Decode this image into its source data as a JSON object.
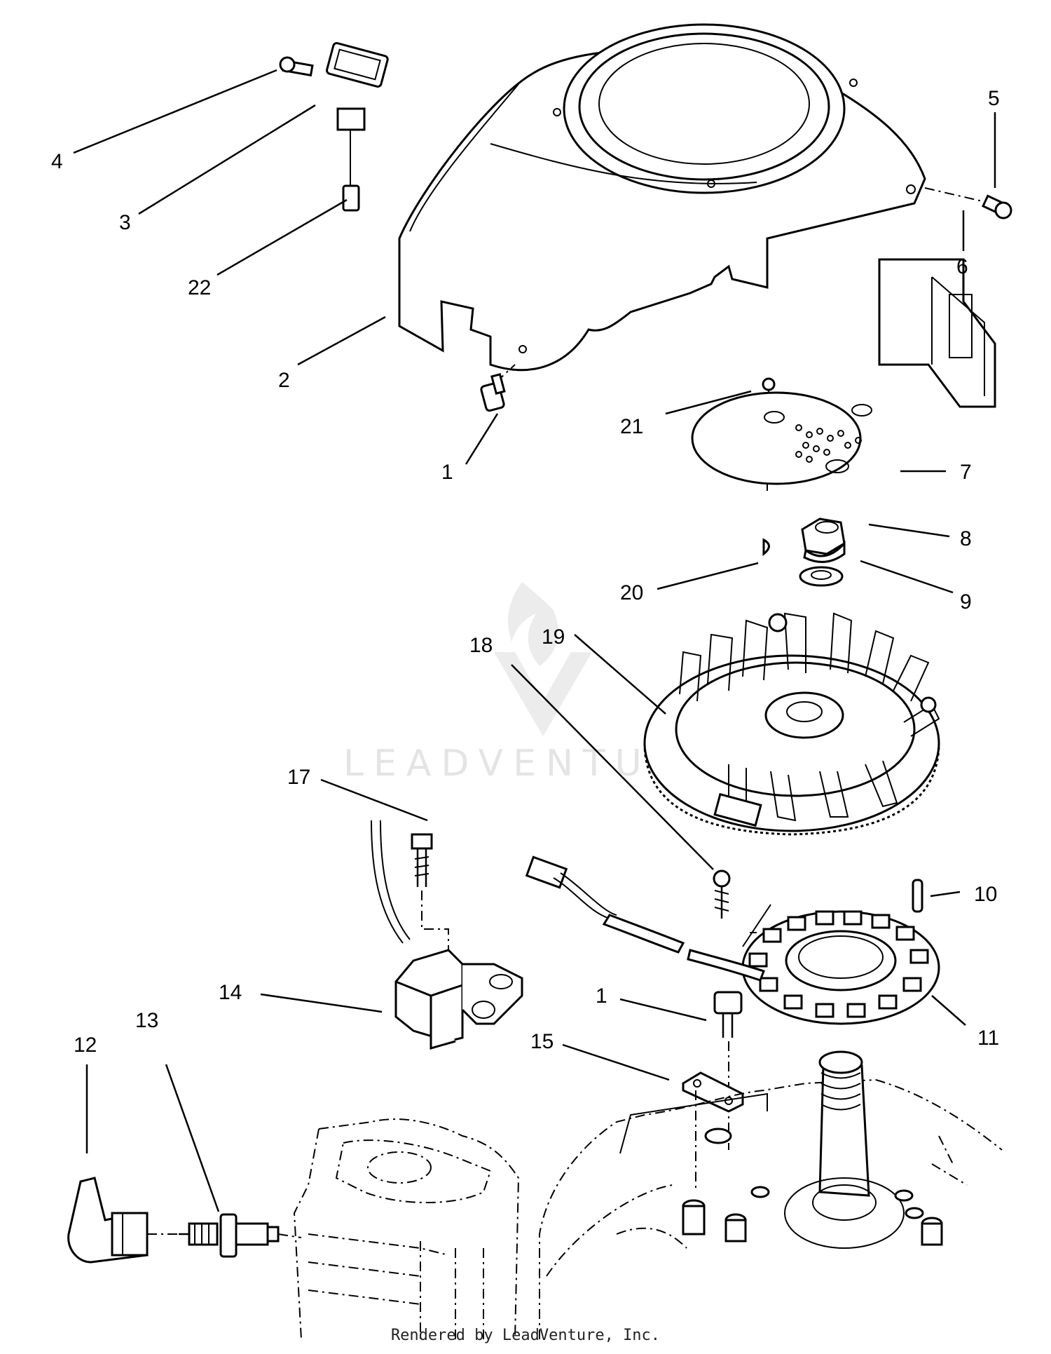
{
  "callouts": [
    {
      "id": "1",
      "label": "1"
    },
    {
      "id": "1b",
      "label": "1"
    },
    {
      "id": "2",
      "label": "2"
    },
    {
      "id": "3",
      "label": "3"
    },
    {
      "id": "4",
      "label": "4"
    },
    {
      "id": "5",
      "label": "5"
    },
    {
      "id": "6",
      "label": "6"
    },
    {
      "id": "7",
      "label": "7"
    },
    {
      "id": "8",
      "label": "8"
    },
    {
      "id": "9",
      "label": "9"
    },
    {
      "id": "10",
      "label": "10"
    },
    {
      "id": "11",
      "label": "11"
    },
    {
      "id": "12",
      "label": "12"
    },
    {
      "id": "13",
      "label": "13"
    },
    {
      "id": "14",
      "label": "14"
    },
    {
      "id": "15",
      "label": "15"
    },
    {
      "id": "17",
      "label": "17"
    },
    {
      "id": "18",
      "label": "18"
    },
    {
      "id": "19",
      "label": "19"
    },
    {
      "id": "20",
      "label": "20"
    },
    {
      "id": "21",
      "label": "21"
    },
    {
      "id": "22",
      "label": "22"
    }
  ],
  "watermark": {
    "text": "LEADVENTURE"
  },
  "footer": {
    "text": "Rendered by LeadVenture, Inc."
  }
}
